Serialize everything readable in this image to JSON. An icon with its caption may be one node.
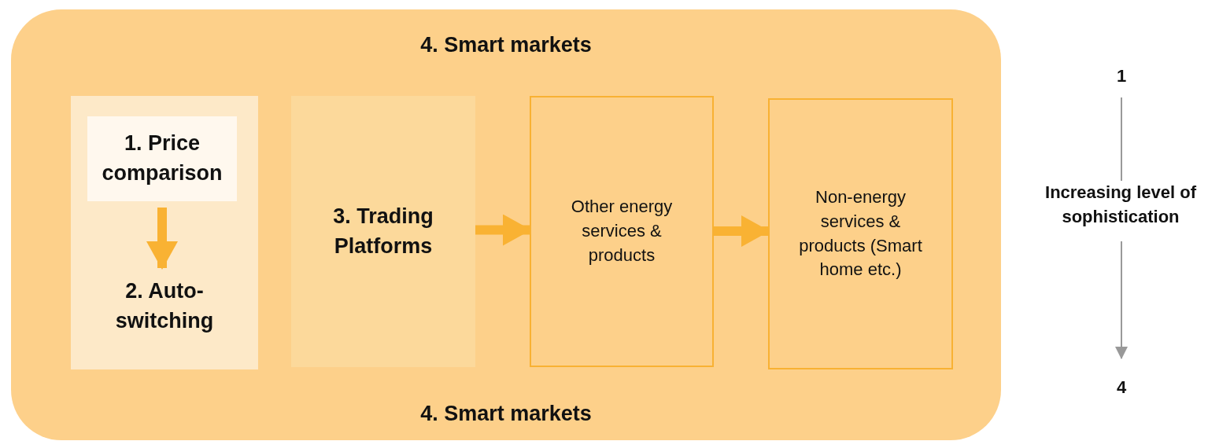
{
  "diagram": {
    "nodes": [
      {
        "text": [
          "4. Smart markets",
          "4. Smart markets"
        ]
      },
      {
        "text": [],
        "shape": "box",
        "in": 0
      },
      {
        "text": [
          "1. Price comparison"
        ],
        "in": 1
      },
      {
        "text": [
          "2. Auto-switching"
        ],
        "in": 1
      },
      {
        "text": [
          "3. Trading Platforms"
        ],
        "in": 0
      },
      {
        "text": [
          "Other energy services & products"
        ],
        "in": 0
      },
      {
        "text": [
          "Non-energy services & products (Smart home etc.)"
        ],
        "in": 0
      }
    ],
    "edges": [
      {
        "from": 2,
        "to": 3,
        "arrow": "to"
      },
      {
        "from": 4,
        "to": 5,
        "arrow": "to"
      },
      {
        "from": 5,
        "to": 6,
        "arrow": "to"
      }
    ],
    "labels": [
      "1",
      "Increasing level of sophistication",
      "4"
    ]
  }
}
